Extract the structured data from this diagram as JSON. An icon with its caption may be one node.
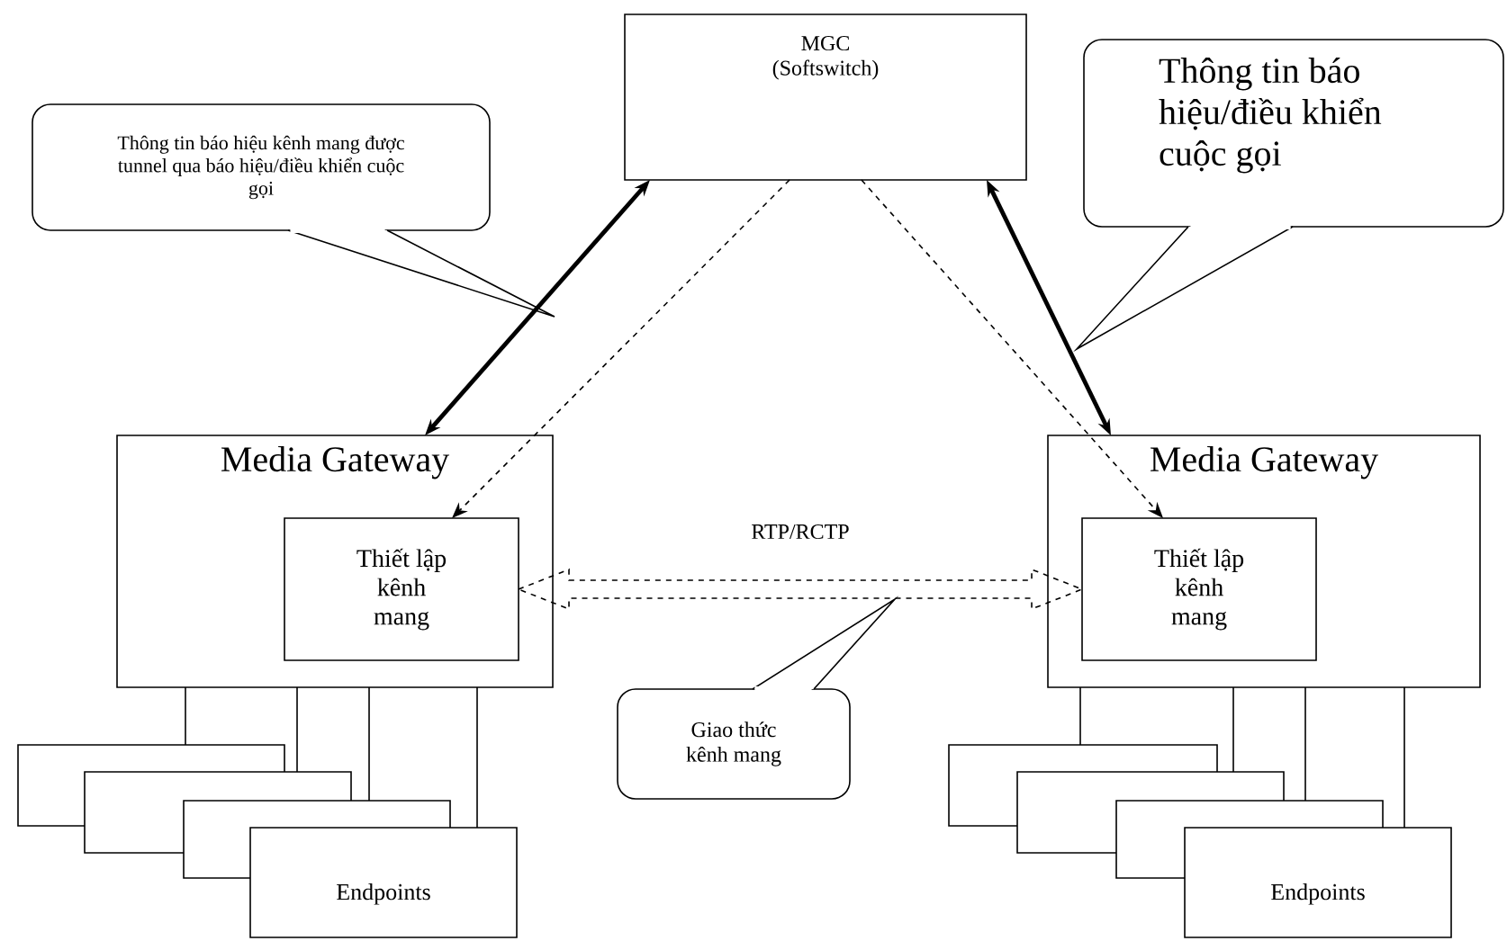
{
  "diagram": {
    "nodes": [
      {
        "text": [
          "MGC (Softswitch)"
        ]
      },
      {
        "text": [
          "Thông tin báo hiệu kênh mang được tunnel qua báo hiệu/điều khiển cuộc gọi"
        ]
      },
      {
        "text": [
          "Thông tin báo hiệu/điều khiển cuộc gọi"
        ]
      },
      {
        "text": [
          "Media Gateway"
        ]
      },
      {
        "text": [
          "Thiết lập kênh mang"
        ],
        "in": 3
      },
      {
        "text": [
          "Media Gateway"
        ]
      },
      {
        "text": [
          "Thiết lập kênh mang"
        ],
        "in": 5
      },
      {
        "text": [],
        "shape": "box"
      },
      {
        "text": [],
        "shape": "box"
      },
      {
        "text": [],
        "shape": "box"
      },
      {
        "text": [
          "Endpoints"
        ]
      },
      {
        "text": [],
        "shape": "box"
      },
      {
        "text": [],
        "shape": "box"
      },
      {
        "text": [],
        "shape": "box"
      },
      {
        "text": [
          "Endpoints"
        ]
      },
      {
        "text": [
          "Giao thức kênh mang"
        ]
      }
    ],
    "edges": [
      {
        "from": 0,
        "to": 3,
        "arrow": "both",
        "style": "thick"
      },
      {
        "from": 0,
        "to": 4,
        "arrow": "to",
        "style": "dashed"
      },
      {
        "from": 0,
        "to": 5,
        "arrow": "both",
        "style": "thick"
      },
      {
        "from": 0,
        "to": 6,
        "arrow": "to",
        "style": "dashed"
      },
      {
        "from": 4,
        "to": 6,
        "arrow": "both",
        "style": "dashed",
        "label": "RTP/RCTP"
      },
      {
        "from": 3,
        "to": 7,
        "arrow": "none"
      },
      {
        "from": 3,
        "to": 8,
        "arrow": "none"
      },
      {
        "from": 3,
        "to": 9,
        "arrow": "none"
      },
      {
        "from": 3,
        "to": 10,
        "arrow": "none"
      },
      {
        "from": 5,
        "to": 11,
        "arrow": "none"
      },
      {
        "from": 5,
        "to": 12,
        "arrow": "none"
      },
      {
        "from": 5,
        "to": 13,
        "arrow": "none"
      },
      {
        "from": 5,
        "to": 14,
        "arrow": "none"
      }
    ]
  }
}
